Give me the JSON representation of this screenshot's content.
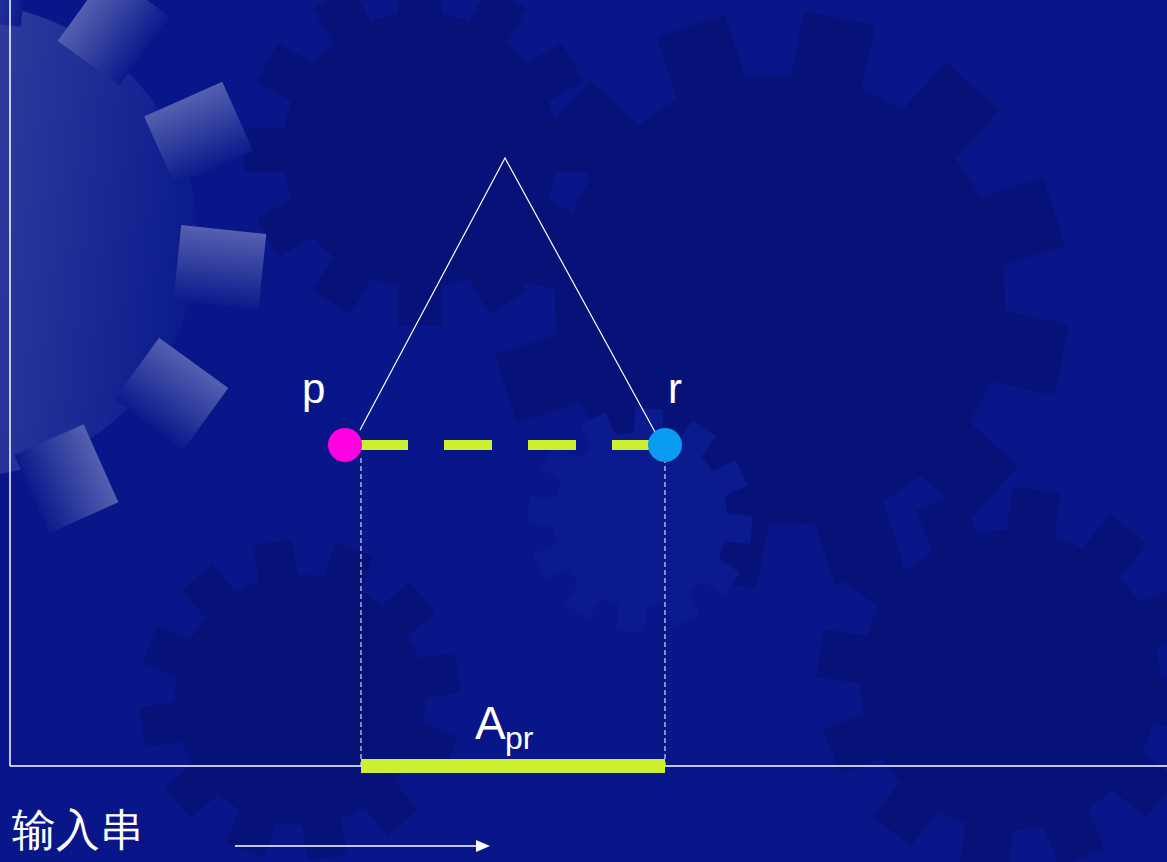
{
  "diagram": {
    "labels": [
      "p",
      "r",
      "A",
      "pr",
      "输入串"
    ]
  }
}
